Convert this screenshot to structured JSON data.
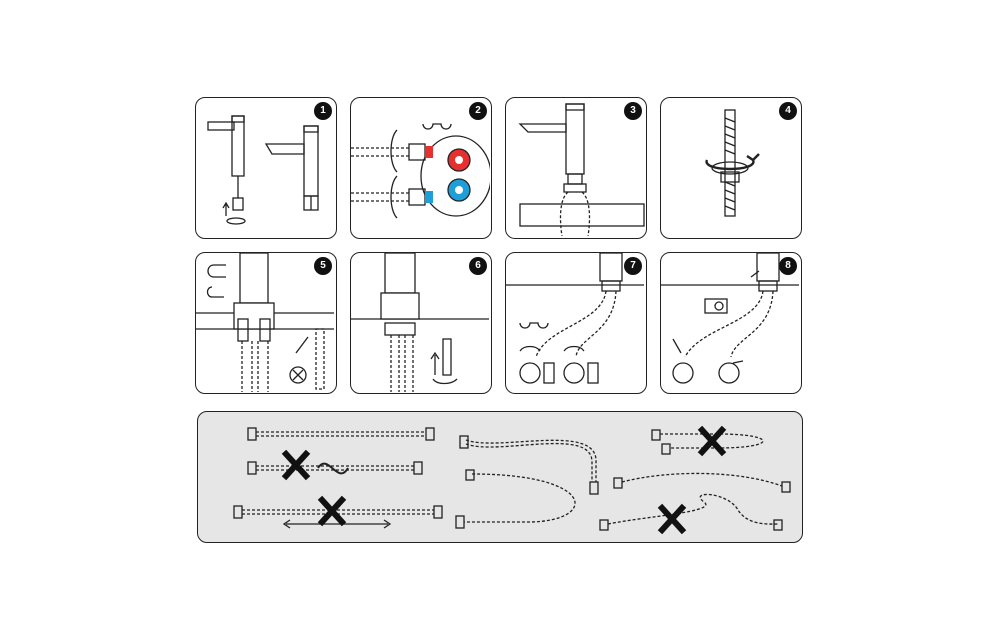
{
  "steps": [
    {
      "number": "1",
      "icon": "faucet-install-icon"
    },
    {
      "number": "2",
      "icon": "hose-connect-icon"
    },
    {
      "number": "3",
      "icon": "faucet-mounted-icon"
    },
    {
      "number": "4",
      "icon": "threaded-rod-nut-icon"
    },
    {
      "number": "5",
      "icon": "mounting-bracket-icon"
    },
    {
      "number": "6",
      "icon": "tighten-nut-icon"
    },
    {
      "number": "7",
      "icon": "supply-valve-icon"
    },
    {
      "number": "8",
      "icon": "check-leak-icon"
    }
  ],
  "colors": {
    "outline": "#222222",
    "hot": "#e63030",
    "cold": "#1e9fd8",
    "guide_bg": "#e6e6e6",
    "cross": "#111111"
  }
}
